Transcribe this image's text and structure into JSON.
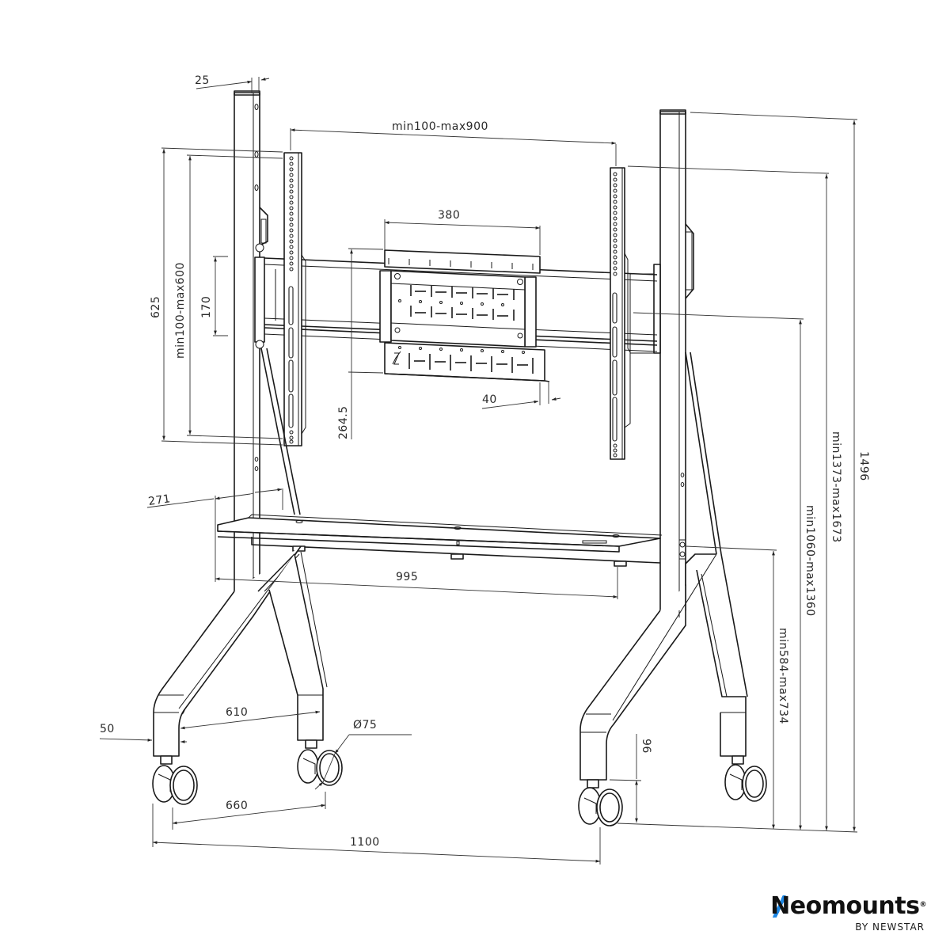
{
  "figure": {
    "type": "technical-dimension-drawing",
    "subject": "mobile display floor stand with casters"
  },
  "dimensions": {
    "post_width": "25",
    "bracket_spread": "min100-max900",
    "vesa_total_height": "625",
    "bracket_height_range": "min100-max600",
    "center_plate_width": "380",
    "center_plate_height": "170",
    "plate_depth_offset": "264.5",
    "plate_clearance": "40",
    "shelf_depth": "271",
    "shelf_width": "995",
    "leg_width": "50",
    "inner_leg_span": "610",
    "caster_diameter": "Ø75",
    "caster_span": "660",
    "base_width": "1100",
    "caster_height": "96",
    "total_height": "1496",
    "top_bracket_height": "min1373-max1673",
    "center_height": "min1060-max1360",
    "shelf_height": "min584-max734"
  },
  "brand": {
    "name_first": "N",
    "name_rest": "eomounts",
    "registered": "®",
    "tagline": "BY NEWSTAR",
    "accent_color": "#1e88e5"
  },
  "colors": {
    "line": "#1a1a1a",
    "background": "#ffffff"
  }
}
